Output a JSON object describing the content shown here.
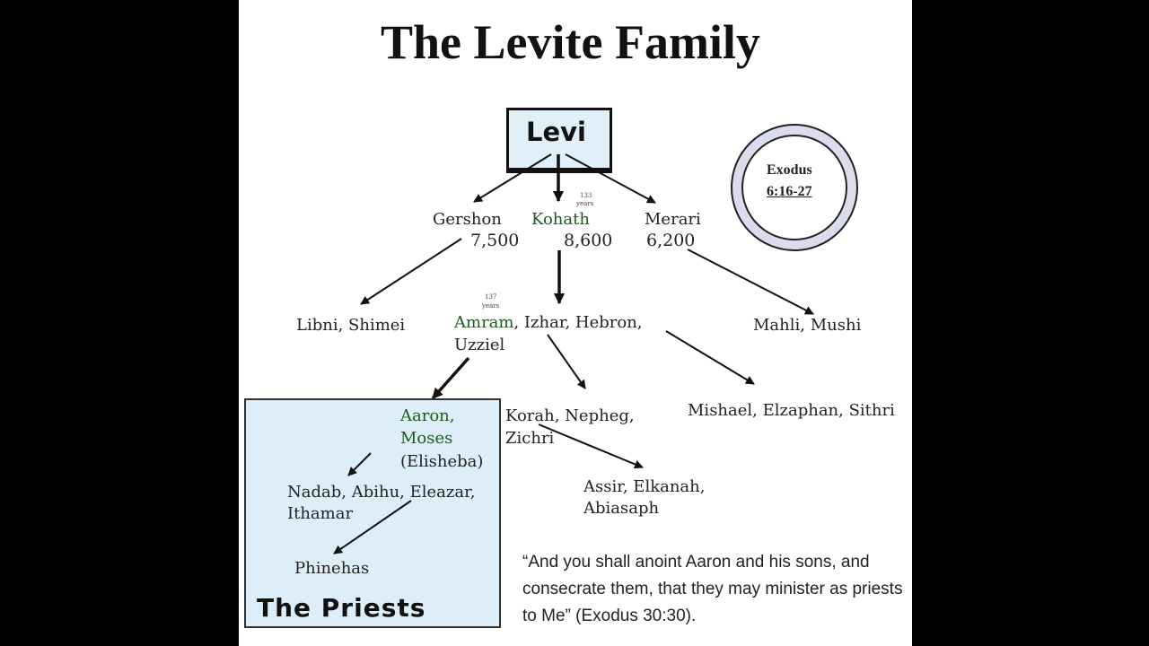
{
  "title": "The Levite Family",
  "root": "Levi",
  "reference": {
    "line1": "Exodus",
    "line2": "6:16-27"
  },
  "gen1": {
    "gershon": {
      "name": "Gershon",
      "count": "7,500"
    },
    "kohath": {
      "name": "Kohath",
      "count": "8,600",
      "years_top": "133",
      "years_bottom": "years"
    },
    "merari": {
      "name": "Merari",
      "count": "6,200"
    }
  },
  "gen2": {
    "gershon_sons": "Libni, Shimei",
    "amram": "Amram",
    "amram_years_top": "137",
    "amram_years_bottom": "years",
    "kohath_rest": ", Izhar, Hebron,",
    "uzziel": "Uzziel",
    "merari_sons": "Mahli, Mushi"
  },
  "gen3": {
    "aaron": "Aaron,",
    "moses": "Moses",
    "elisheba": "(Elisheba)",
    "korah_line1": "Korah, Nepheg,",
    "korah_line2": "Zichri",
    "mishael": "Mishael, Elzaphan, Sithri"
  },
  "gen4": {
    "aaron_sons_line1": "Nadab, Abihu, Eleazar,",
    "aaron_sons_line2": "Ithamar",
    "korah_sons_line1": "Assir, Elkanah,",
    "korah_sons_line2": "Abiasaph"
  },
  "gen5": {
    "phinehas": "Phinehas"
  },
  "priests_label": "The Priests",
  "quote": "“And you shall anoint Aaron and his sons, and consecrate them, that they may minister as priests to Me” (Exodus 30:30).",
  "colors": {
    "frame": "#000000",
    "levi_box": "#dff0f8",
    "priests_box": "#ddeef8",
    "reference_ring": "#dcdcef",
    "highlight_name": "#1d5a1d"
  }
}
